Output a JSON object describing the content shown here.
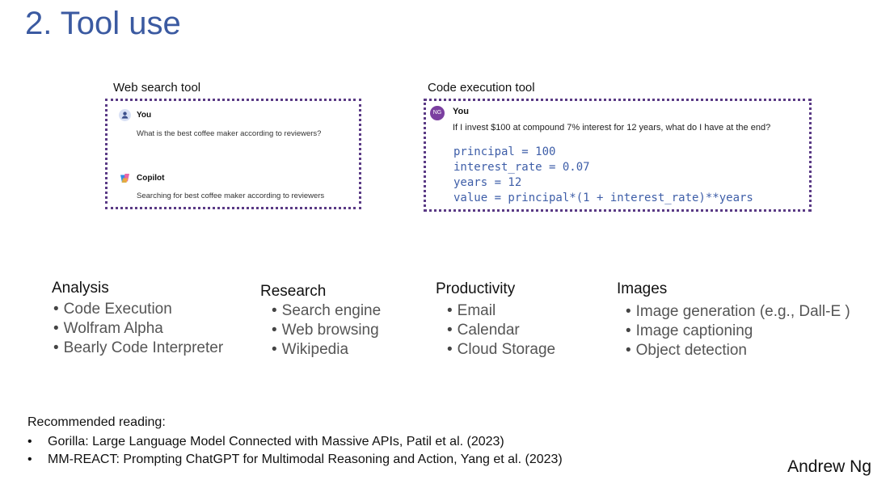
{
  "title": "2. Tool use",
  "web_search": {
    "label": "Web search tool",
    "user_name": "You",
    "user_message": "What is the best coffee maker according to reviewers?",
    "assistant_name": "Copilot",
    "assistant_status": "Searching for best coffee maker according to reviewers"
  },
  "code_exec": {
    "label": "Code execution tool",
    "avatar_initials": "NG",
    "user_name": "You",
    "user_message": "If I invest $100 at compound 7% interest for 12 years, what do I have at the end?",
    "code_lines": [
      "principal = 100",
      "interest_rate = 0.07",
      "years = 12",
      "value = principal*(1 + interest_rate)**years"
    ]
  },
  "categories": [
    {
      "title": "Analysis",
      "items": [
        "Code Execution",
        "Wolfram Alpha",
        "Bearly Code Interpreter"
      ]
    },
    {
      "title": "Research",
      "items": [
        "Search engine",
        "Web browsing",
        "Wikipedia"
      ]
    },
    {
      "title": "Productivity",
      "items": [
        "Email",
        "Calendar",
        "Cloud Storage"
      ]
    },
    {
      "title": "Images",
      "items": [
        "Image generation (e.g., Dall-E )",
        "Image captioning",
        "Object detection"
      ]
    }
  ],
  "reading": {
    "title": "Recommended reading:",
    "items": [
      "Gorilla: Large Language Model Connected with Massive APIs, Patil et al. (2023)",
      "MM-REACT: Prompting ChatGPT for Multimodal Reasoning and Action, Yang et al. (2023)"
    ]
  },
  "author": "Andrew Ng",
  "colors": {
    "title": "#3b5aa1",
    "panel_border": "#5a3a85",
    "code": "#3e5ea8"
  }
}
